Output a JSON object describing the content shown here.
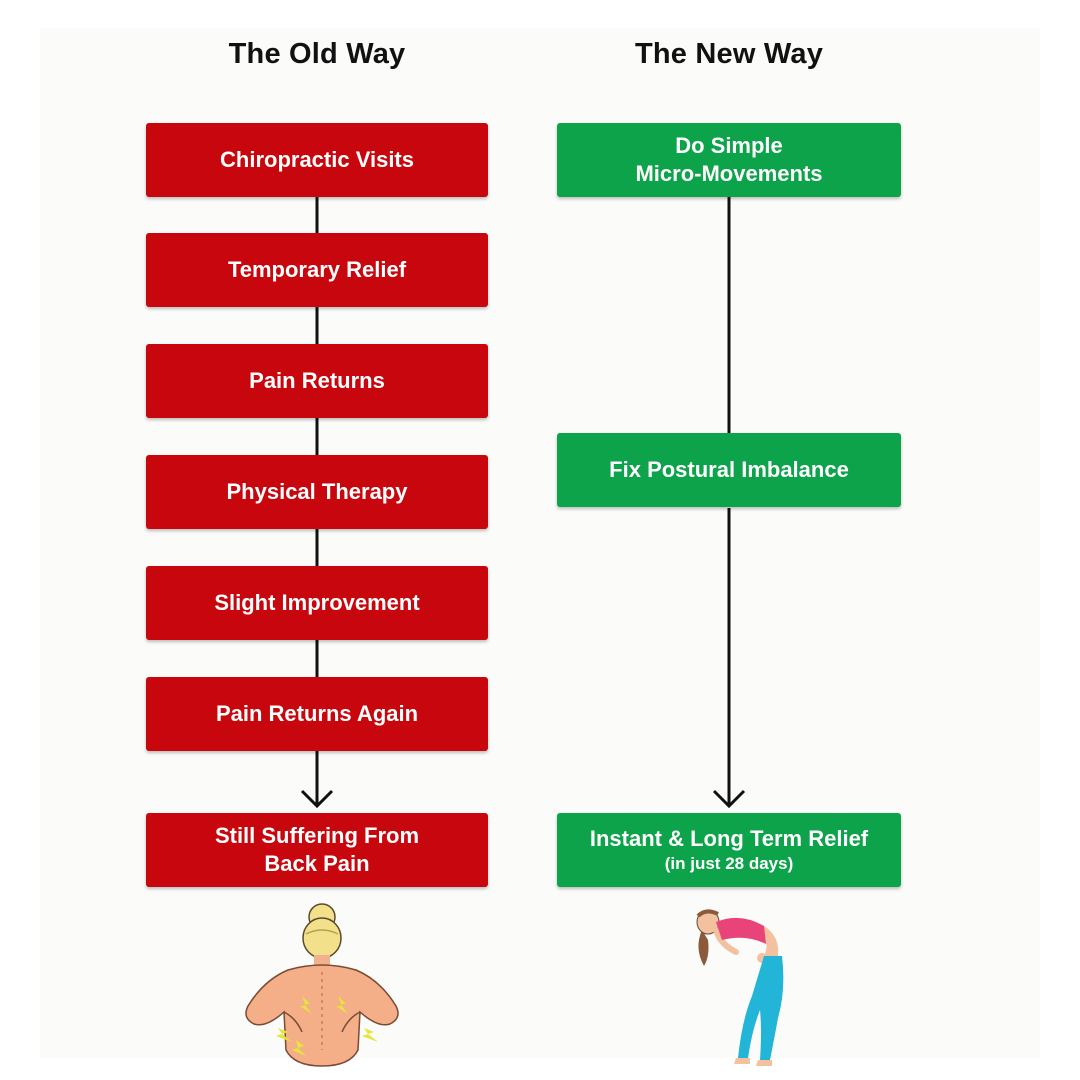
{
  "old_way": {
    "title": "The Old Way",
    "steps": [
      "Chiropractic Visits",
      "Temporary Relief",
      "Pain Returns",
      "Physical Therapy",
      "Slight Improvement",
      "Pain Returns Again"
    ],
    "outcome_line1": "Still Suffering From",
    "outcome_line2": "Back Pain",
    "illustration": "woman-back-pain-icon"
  },
  "new_way": {
    "title": "The New Way",
    "step1_line1": "Do Simple",
    "step1_line2": "Micro-Movements",
    "step2": "Fix Postural Imbalance",
    "outcome": "Instant & Long Term Relief",
    "outcome_note": "(in just 28 days)",
    "illustration": "woman-backbend-stretch-icon"
  },
  "colors": {
    "old": "#c7070d",
    "new": "#0ca34a",
    "connector": "#111111"
  }
}
